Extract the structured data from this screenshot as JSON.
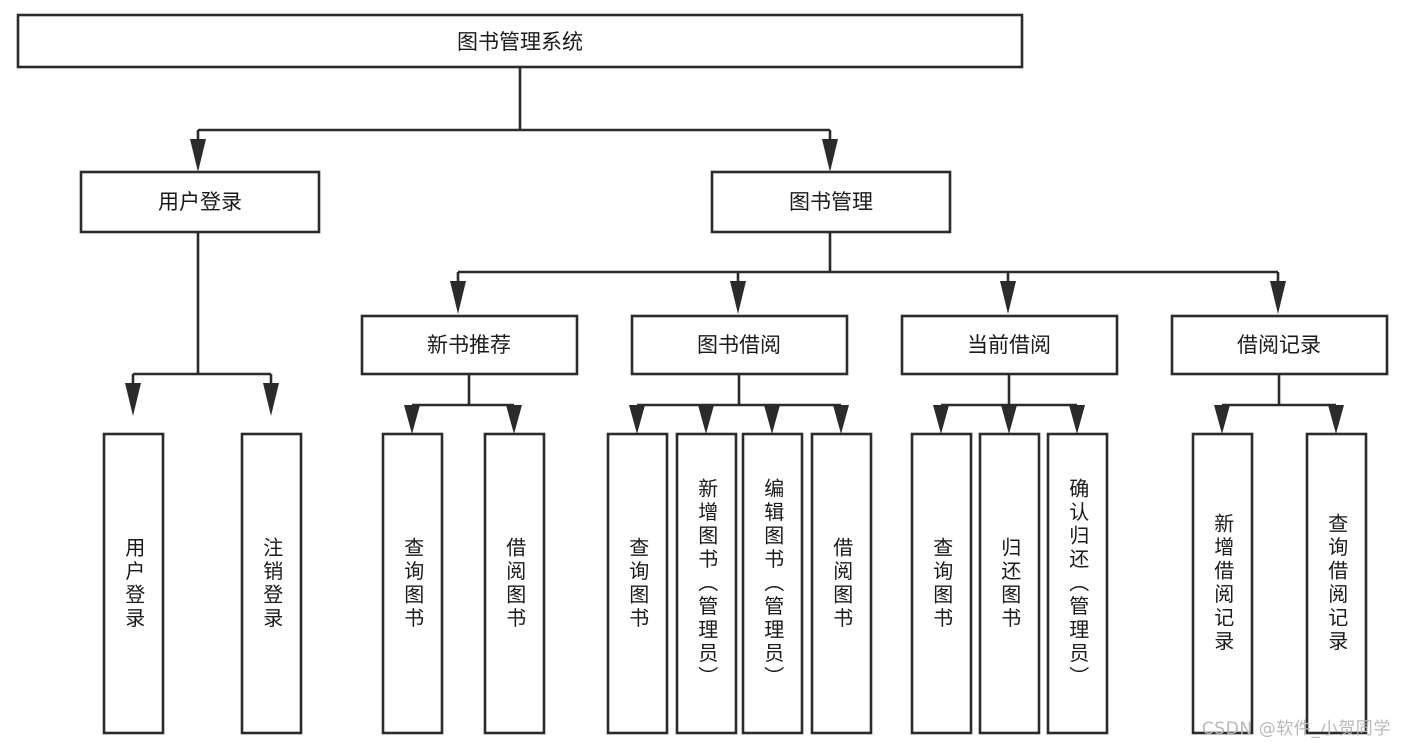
{
  "diagram": {
    "title": "图书管理系统",
    "type": "tree-hierarchy-chart",
    "root": {
      "id": "root",
      "label": "图书管理系统"
    },
    "level2": [
      {
        "id": "user-login",
        "label": "用户登录"
      },
      {
        "id": "book-manage",
        "label": "图书管理"
      }
    ],
    "level3": [
      {
        "id": "new-book-recommend",
        "label": "新书推荐",
        "parent": "book-manage"
      },
      {
        "id": "book-borrow",
        "label": "图书借阅",
        "parent": "book-manage"
      },
      {
        "id": "current-borrow",
        "label": "当前借阅",
        "parent": "book-manage"
      },
      {
        "id": "borrow-record",
        "label": "借阅记录",
        "parent": "book-manage"
      }
    ],
    "leaves": [
      {
        "id": "leaf-user-login",
        "label": "用户登录",
        "parent": "user-login"
      },
      {
        "id": "leaf-user-logout",
        "label": "注销登录",
        "parent": "user-login"
      },
      {
        "id": "leaf-query-book-1",
        "label": "查询图书",
        "parent": "new-book-recommend"
      },
      {
        "id": "leaf-borrow-book-1",
        "label": "借阅图书",
        "parent": "new-book-recommend"
      },
      {
        "id": "leaf-query-book-2",
        "label": "查询图书",
        "parent": "book-borrow"
      },
      {
        "id": "leaf-add-book",
        "label": "新增图书（管理员）",
        "parent": "book-borrow"
      },
      {
        "id": "leaf-edit-book",
        "label": "编辑图书（管理员）",
        "parent": "book-borrow"
      },
      {
        "id": "leaf-borrow-book-2",
        "label": "借阅图书",
        "parent": "book-borrow"
      },
      {
        "id": "leaf-query-book-3",
        "label": "查询图书",
        "parent": "current-borrow"
      },
      {
        "id": "leaf-return-book",
        "label": "归还图书",
        "parent": "current-borrow"
      },
      {
        "id": "leaf-confirm-return",
        "label": "确认归还（管理员）",
        "parent": "current-borrow"
      },
      {
        "id": "leaf-add-record",
        "label": "新增借阅记录",
        "parent": "borrow-record"
      },
      {
        "id": "leaf-query-record",
        "label": "查询借阅记录",
        "parent": "borrow-record"
      }
    ]
  },
  "watermark": {
    "text": "CSDN @软件_小贺同学"
  },
  "colors": {
    "stroke": "#2b2b2b",
    "fill": "#ffffff",
    "text": "#1a1a1a",
    "watermark": "#b8b8b8",
    "background": "#ffffff"
  }
}
